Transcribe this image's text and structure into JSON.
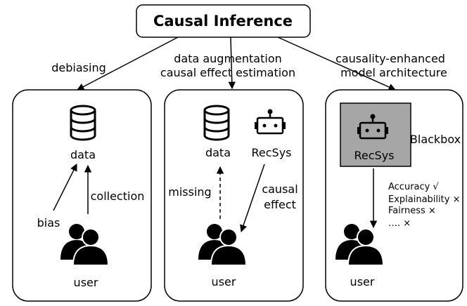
{
  "title": "Causal Inference",
  "top_labels": {
    "left": "debiasing",
    "middle_line1": "data augmentation",
    "middle_line2": "causal effect estimation",
    "right_line1": "causality-enhanced",
    "right_line2": "model architecture"
  },
  "panel_left": {
    "data": "data",
    "user": "user",
    "bias": "bias",
    "collection": "collection"
  },
  "panel_middle": {
    "data": "data",
    "recsys": "RecSys",
    "user": "user",
    "missing": "missing",
    "causal_line1": "causal",
    "causal_line2": "effect"
  },
  "panel_right": {
    "recsys": "RecSys",
    "blackbox": "Blackbox",
    "user": "user",
    "metrics": [
      "Accuracy √",
      "Explainability ×",
      "Fairness ×",
      "…. ×"
    ]
  },
  "colors": {
    "blackbox_fill": "#a6a6a6",
    "icon": "#000000"
  }
}
